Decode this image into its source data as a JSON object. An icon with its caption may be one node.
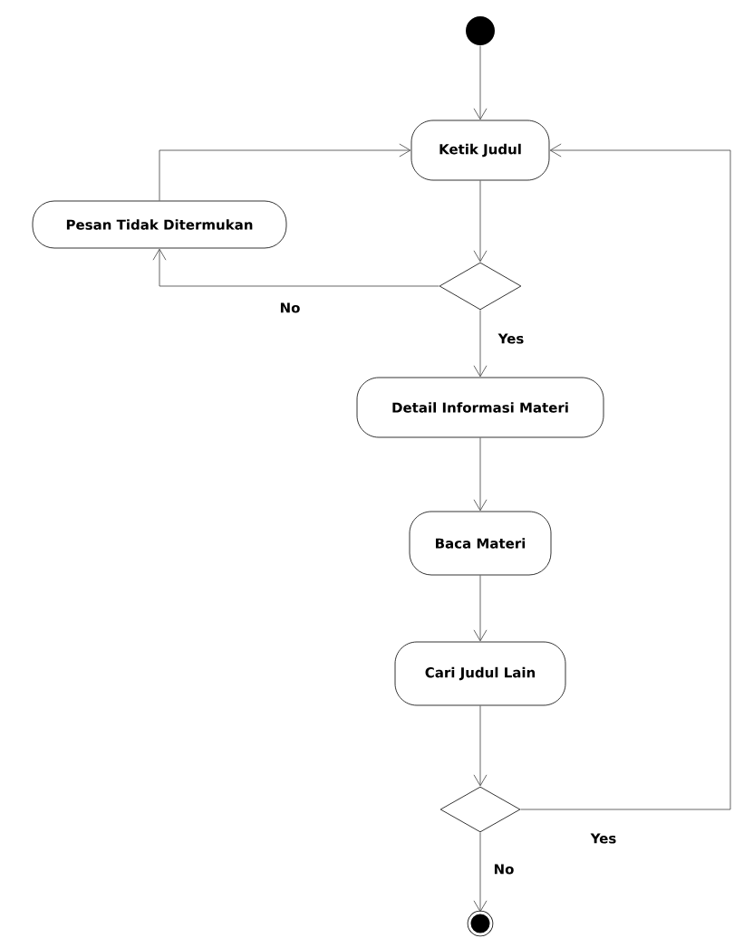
{
  "diagram": {
    "nodes": [
      {
        "text": [],
        "shape": "circle"
      },
      {
        "text": [
          "Ketik Judul"
        ]
      },
      {
        "text": [
          "Pesan Tidak Ditermukan"
        ]
      },
      {
        "text": [],
        "shape": "diamond"
      },
      {
        "text": [
          "Detail Informasi Materi"
        ]
      },
      {
        "text": [
          "Baca Materi"
        ]
      },
      {
        "text": [
          "Cari Judul Lain"
        ]
      },
      {
        "text": [],
        "shape": "diamond"
      },
      {
        "text": [],
        "shape": "bullseye"
      }
    ],
    "edges": [
      {
        "from": 0,
        "to": 1,
        "arrow": "to"
      },
      {
        "from": 1,
        "to": 3,
        "arrow": "to"
      },
      {
        "from": 3,
        "to": 2,
        "arrow": "to",
        "label": "No"
      },
      {
        "from": 2,
        "to": 1,
        "arrow": "to"
      },
      {
        "from": 3,
        "to": 4,
        "arrow": "to",
        "label": "Yes"
      },
      {
        "from": 4,
        "to": 5,
        "arrow": "to"
      },
      {
        "from": 5,
        "to": 6,
        "arrow": "to"
      },
      {
        "from": 6,
        "to": 7,
        "arrow": "to"
      },
      {
        "from": 7,
        "to": 8,
        "arrow": "to",
        "label": "No"
      },
      {
        "from": 7,
        "to": 1,
        "arrow": "to",
        "label": "Yes"
      }
    ]
  }
}
